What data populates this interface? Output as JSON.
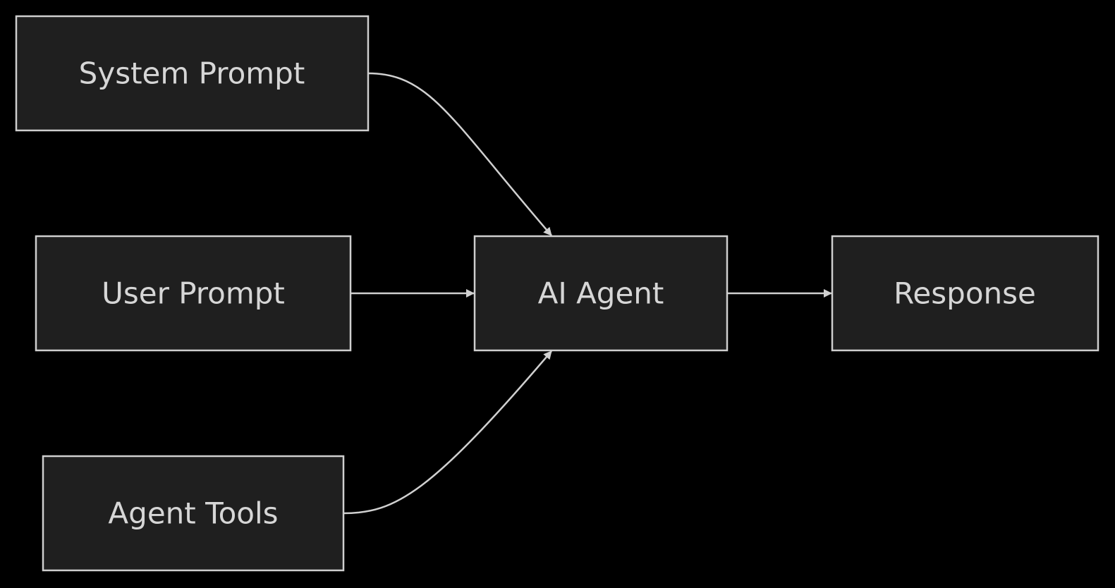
{
  "colors": {
    "background": "#000000",
    "node_fill": "#1f1f1f",
    "node_border": "#cfcfcf",
    "text": "#d6d6d6",
    "edge": "#d0d0d0"
  },
  "nodes": [
    {
      "id": "system-prompt",
      "label": "System Prompt"
    },
    {
      "id": "user-prompt",
      "label": "User Prompt"
    },
    {
      "id": "agent-tools",
      "label": "Agent Tools"
    },
    {
      "id": "ai-agent",
      "label": "AI Agent"
    },
    {
      "id": "response",
      "label": "Response"
    }
  ],
  "edges": [
    {
      "from": "system-prompt",
      "to": "ai-agent"
    },
    {
      "from": "user-prompt",
      "to": "ai-agent"
    },
    {
      "from": "agent-tools",
      "to": "ai-agent"
    },
    {
      "from": "ai-agent",
      "to": "response"
    }
  ]
}
